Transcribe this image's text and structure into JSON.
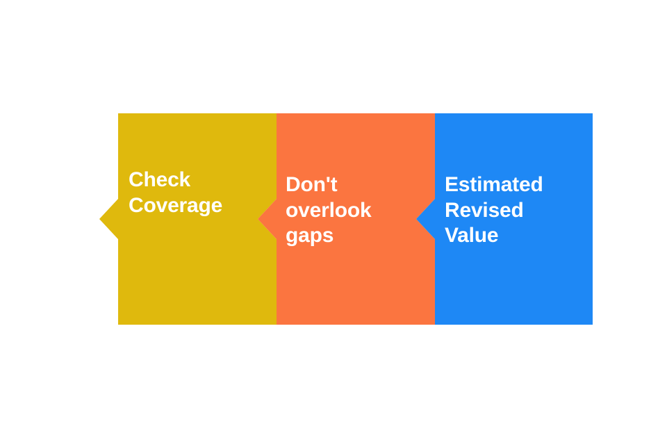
{
  "graphic": {
    "type": "chevron-process-banner",
    "background_color": "#ffffff",
    "text_color": "#ffffff",
    "steps": [
      {
        "label": "Check\nCoverage",
        "color": "#DFB90D",
        "color_name": "yellow",
        "order": 1
      },
      {
        "label": "Don't\noverlook\ngaps",
        "color": "#FB7540",
        "color_name": "orange",
        "order": 2
      },
      {
        "label": "Estimated\nRevised\nValue",
        "color": "#1E88F5",
        "color_name": "blue",
        "order": 3
      }
    ]
  }
}
